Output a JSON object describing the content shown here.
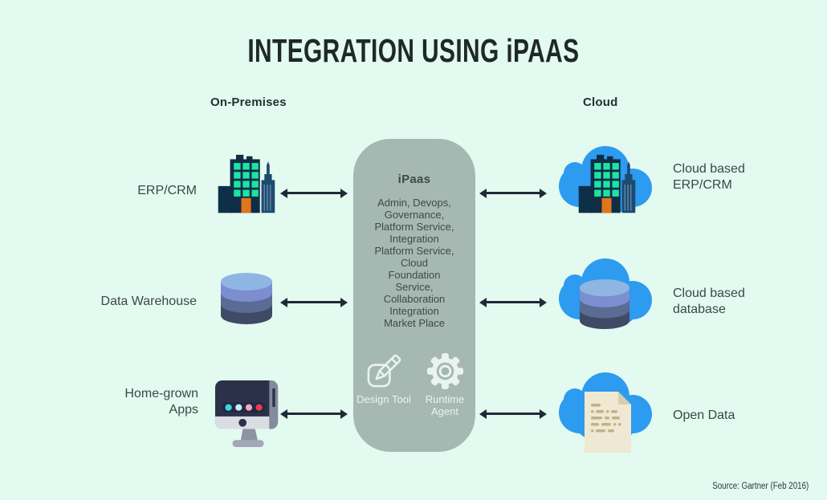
{
  "title": "INTEGRATION USING iPAAS",
  "columns": {
    "left": "On-Premises",
    "right": "Cloud"
  },
  "left_items": [
    {
      "label": "ERP/CRM",
      "icon": "office-building-icon"
    },
    {
      "label": "Data Warehouse",
      "icon": "database-icon"
    },
    {
      "label": "Home-grown Apps",
      "icon": "desktop-computer-icon"
    }
  ],
  "right_items": [
    {
      "label": "Cloud based ERP/CRM",
      "icon": "cloud-building-icon"
    },
    {
      "label": "Cloud based database",
      "icon": "cloud-database-icon"
    },
    {
      "label": "Open Data",
      "icon": "cloud-document-icon"
    }
  ],
  "ipaas": {
    "heading": "iPaas",
    "services": "Admin, Devops,\nGovernance,\nPlatform Service,\nIntegration\nPlatform Service,\nCloud\nFoundation\nService,\nCollaboration\nIntegration\nMarket Place",
    "tools": [
      {
        "label": "Design Tool",
        "icon": "pencil-icon"
      },
      {
        "label": "Runtime Agent",
        "icon": "gear-icon"
      }
    ]
  },
  "source": "Source: Gartner (Feb 2016)",
  "colors": {
    "background": "#E3FAF0",
    "pill": "#A6B8B2",
    "cloud_blue": "#2D9BF0",
    "arrow": "#1F2937",
    "title_text": "#1F2828",
    "label_text": "#3B4846",
    "building_navy": "#0F2D45",
    "skyscraper_blue": "#1D4B6F",
    "window_green": "#1EE3A4",
    "door_orange": "#E0751A",
    "db_top": "#8FB5E2",
    "db_band1": "#7C8DD0",
    "db_band2": "#5A6B94",
    "db_band3": "#3F4A66",
    "monitor_navy": "#2B3149",
    "document_cream": "#EFE8D3",
    "tool_icon_stroke": "#EAF3EF"
  }
}
